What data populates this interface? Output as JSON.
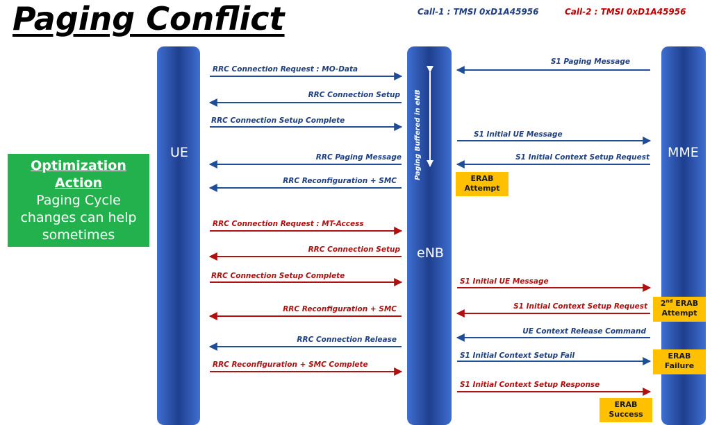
{
  "title": "Paging Conflict",
  "call1": "Call-1 : TMSI 0xD1A45956",
  "call2": "Call-2 : TMSI 0xD1A45956",
  "entities": {
    "ue": "UE",
    "enb": "eNB",
    "mme": "MME"
  },
  "paging_buffer_label": "Paging Buffered in eNB",
  "optimization": {
    "heading_1": "Optimization",
    "heading_2": "Action",
    "lines": [
      "Paging Cycle",
      "changes can help",
      "sometimes"
    ]
  },
  "colors": {
    "call1": "#1f4e96",
    "call2": "#b01010",
    "pillar": "#2f55b8",
    "badge": "#ffc000",
    "optimization": "#22b14c"
  },
  "messages": [
    {
      "label": "RRC Connection Request : MO-Data",
      "call": 1,
      "from": "UE",
      "to": "eNB"
    },
    {
      "label": "RRC Connection Setup",
      "call": 1,
      "from": "eNB",
      "to": "UE"
    },
    {
      "label": "RRC Connection Setup Complete",
      "call": 1,
      "from": "UE",
      "to": "eNB"
    },
    {
      "label": "RRC Paging Message",
      "call": 1,
      "from": "eNB",
      "to": "UE"
    },
    {
      "label": "RRC Reconfiguration + SMC",
      "call": 1,
      "from": "eNB",
      "to": "UE"
    },
    {
      "label": "RRC Connection Request : MT-Access",
      "call": 2,
      "from": "UE",
      "to": "eNB"
    },
    {
      "label": "RRC Connection Setup",
      "call": 2,
      "from": "eNB",
      "to": "UE"
    },
    {
      "label": "RRC Connection Setup Complete",
      "call": 2,
      "from": "UE",
      "to": "eNB"
    },
    {
      "label": "RRC Reconfiguration + SMC",
      "call": 2,
      "from": "eNB",
      "to": "UE"
    },
    {
      "label": "RRC Connection Release",
      "call": 1,
      "from": "eNB",
      "to": "UE"
    },
    {
      "label": "RRC Reconfiguration + SMC Complete",
      "call": 2,
      "from": "UE",
      "to": "eNB"
    },
    {
      "label": "S1 Paging Message",
      "call": 1,
      "from": "MME",
      "to": "eNB"
    },
    {
      "label": "S1 Initial UE Message",
      "call": 1,
      "from": "eNB",
      "to": "MME"
    },
    {
      "label": "S1 Initial Context Setup Request",
      "call": 1,
      "from": "MME",
      "to": "eNB"
    },
    {
      "label": "S1 Initial UE Message",
      "call": 2,
      "from": "eNB",
      "to": "MME"
    },
    {
      "label": "S1 Initial Context Setup Request",
      "call": 2,
      "from": "MME",
      "to": "eNB"
    },
    {
      "label": "UE Context Release Command",
      "call": 1,
      "from": "MME",
      "to": "eNB"
    },
    {
      "label": "S1 Initial Context Setup Fail",
      "call": 1,
      "from": "eNB",
      "to": "MME"
    },
    {
      "label": "S1 Initial Context Setup Response",
      "call": 2,
      "from": "eNB",
      "to": "MME"
    }
  ],
  "badges": [
    {
      "line1": "ERAB",
      "line2": "Attempt"
    },
    {
      "line1_num": "2",
      "line1_sup": "nd",
      "line1_rest": " ERAB",
      "line2": "Attempt"
    },
    {
      "line1": "ERAB",
      "line2": "Failure"
    },
    {
      "line1": "ERAB",
      "line2": "Success"
    }
  ]
}
